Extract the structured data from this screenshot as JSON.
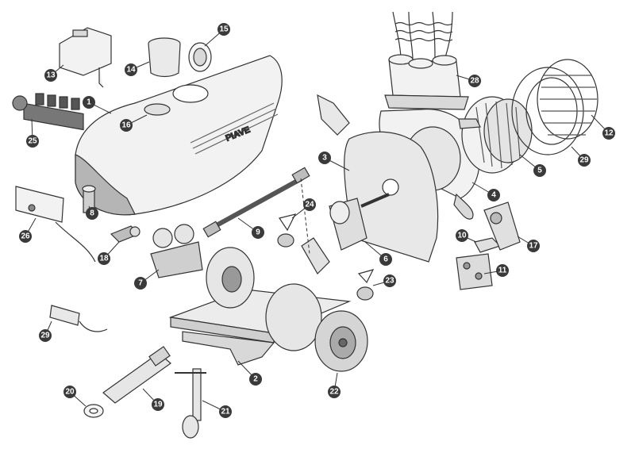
{
  "figure": {
    "tank_brand": "PIAVE",
    "callouts": [
      {
        "id": "c1",
        "label": "1"
      },
      {
        "id": "c2",
        "label": "2"
      },
      {
        "id": "c3",
        "label": "3"
      },
      {
        "id": "c4",
        "label": "4"
      },
      {
        "id": "c5",
        "label": "5"
      },
      {
        "id": "c6",
        "label": "6"
      },
      {
        "id": "c7",
        "label": "7"
      },
      {
        "id": "c8",
        "label": "8"
      },
      {
        "id": "c9",
        "label": "9"
      },
      {
        "id": "c10",
        "label": "10"
      },
      {
        "id": "c11",
        "label": "11"
      },
      {
        "id": "c12",
        "label": "12"
      },
      {
        "id": "c13",
        "label": "13"
      },
      {
        "id": "c14",
        "label": "14"
      },
      {
        "id": "c15",
        "label": "15"
      },
      {
        "id": "c16",
        "label": "16"
      },
      {
        "id": "c17",
        "label": "17"
      },
      {
        "id": "c18",
        "label": "18"
      },
      {
        "id": "c19",
        "label": "19"
      },
      {
        "id": "c20",
        "label": "20"
      },
      {
        "id": "c21",
        "label": "21"
      },
      {
        "id": "c22",
        "label": "22"
      },
      {
        "id": "c23",
        "label": "23"
      },
      {
        "id": "c24",
        "label": "24"
      },
      {
        "id": "c25",
        "label": "25"
      },
      {
        "id": "c26",
        "label": "26"
      },
      {
        "id": "c28",
        "label": "28"
      },
      {
        "id": "c29a",
        "label": "29"
      },
      {
        "id": "c29b",
        "label": "29"
      }
    ]
  },
  "colors": {
    "line": "#333333",
    "light_fill": "#f2f2f2",
    "mid_fill": "#d9d9d9",
    "dark_fill": "#9a9a9a",
    "callout": "#3a3a3a"
  }
}
